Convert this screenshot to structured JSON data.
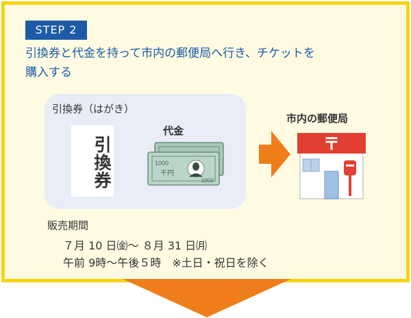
{
  "step": {
    "label": "STEP 2"
  },
  "instruction": {
    "line1": "引換券と代金を持って市内の郵便局へ行き、チケットを",
    "line2": "購入する"
  },
  "ticket": {
    "label": "引換券（はがき）",
    "card_text": "引換券"
  },
  "payment": {
    "label": "代金",
    "bill_small": "千円",
    "bill_number": "1000"
  },
  "postoffice": {
    "label": "市内の郵便局"
  },
  "sales": {
    "title": "販売期間",
    "dates": "７月 10 日㈮～ ８月 31 日㈪",
    "hours": "午前 9時～午後５時　※土日・祝日を除く"
  },
  "colors": {
    "border": "#f5d411",
    "panel_bg": "#fffbe3",
    "step_badge": "#1e5aa6",
    "instruction_text": "#1e5aa6",
    "arrow": "#ef7d1a",
    "ticket_box": "#e8edf7",
    "post_red": "#e23f33"
  }
}
